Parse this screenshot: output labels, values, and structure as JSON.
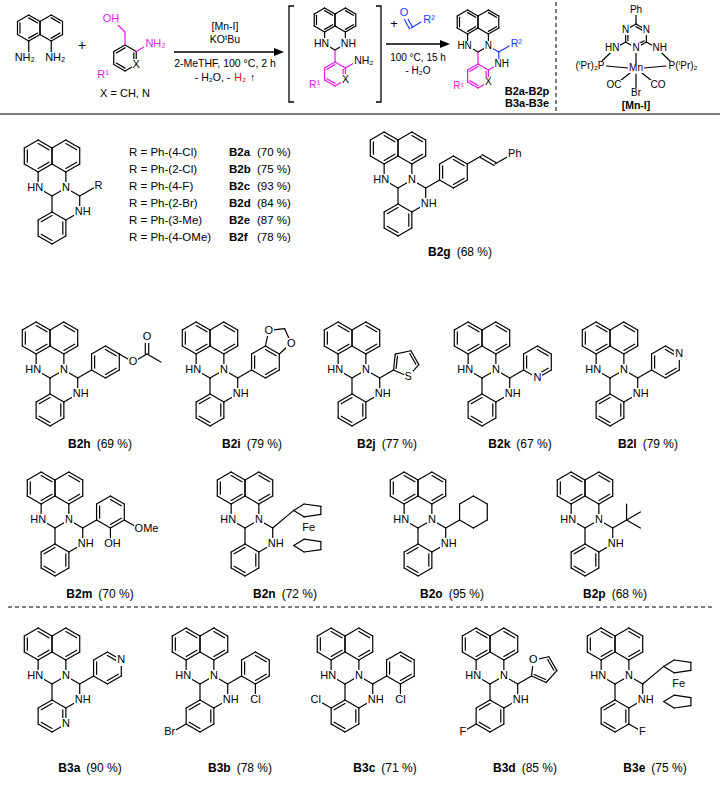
{
  "diagram": {
    "labels": [
      "NH₂",
      "NH₂",
      "+",
      "OH",
      "NH₂",
      "R¹",
      "X",
      "X = CH, N",
      "[Mn-I]",
      "KOᵗBu",
      "2-MeTHF, 100 °C, 2 h",
      "- H₂O, -",
      "H₂",
      "↑",
      "HN",
      "NH",
      "NH₂",
      "R¹",
      "X",
      "+",
      "O",
      "R²",
      "100 °C, 15 h",
      "- H₂O",
      "HN",
      "N",
      "NH",
      "R²",
      "X",
      "R¹",
      "B2a-B2p",
      "B3a-B3e",
      "Ph",
      "N",
      "N",
      "N",
      "HN",
      "NH",
      "(ⁱPr)₂P",
      "Mn",
      "P(ⁱPr)₂",
      "OC",
      "CO",
      "Br",
      "[Mn-I]",
      "HN",
      "N",
      "NH",
      "R",
      "R = Ph-(4-Cl)",
      "B2a",
      "(70 %)",
      "R = Ph-(2-Cl)",
      "B2b",
      "(75 %)",
      "R = Ph-(4-F)",
      "B2c",
      "(93 %)",
      "R = Ph-(2-Br)",
      "B2d",
      "(84 %)",
      "R = Ph-(3-Me)",
      "B2e",
      "(87 %)",
      "R = Ph-(4-OMe)",
      "B2f",
      "(78 %)",
      "HN",
      "N",
      "NH",
      "Ph",
      "B2g",
      "(68 %)",
      "HN",
      "N",
      "NH",
      "O",
      "O",
      "B2h",
      "(69 %)",
      "HN",
      "N",
      "NH",
      "O",
      "O",
      "B2i",
      "(79 %)",
      "HN",
      "N",
      "NH",
      "S",
      "B2j",
      "(77 %)",
      "HN",
      "N",
      "NH",
      "N",
      "B2k",
      "(67 %)",
      "HN",
      "N",
      "NH",
      "N",
      "B2l",
      "(79 %)",
      "HN",
      "N",
      "NH",
      "OH",
      "OMe",
      "B2m",
      "(70 %)",
      "HN",
      "N",
      "NH",
      "Fe",
      "B2n",
      "(72 %)",
      "HN",
      "N",
      "NH",
      "B2o",
      "(95 %)",
      "HN",
      "N",
      "NH",
      "B2p",
      "(68 %)",
      "HN",
      "N",
      "NH",
      "N",
      "N",
      "B3a",
      "(90 %)",
      "HN",
      "N",
      "NH",
      "Br",
      "Cl",
      "B3b",
      "(78 %)",
      "HN",
      "N",
      "NH",
      "Cl",
      "Cl",
      "B3c",
      "(71 %)",
      "HN",
      "N",
      "NH",
      "F",
      "O",
      "B3d",
      "(85 %)",
      "HN",
      "N",
      "NH",
      "F",
      "Fe",
      "B3e",
      "(75 %)"
    ]
  }
}
